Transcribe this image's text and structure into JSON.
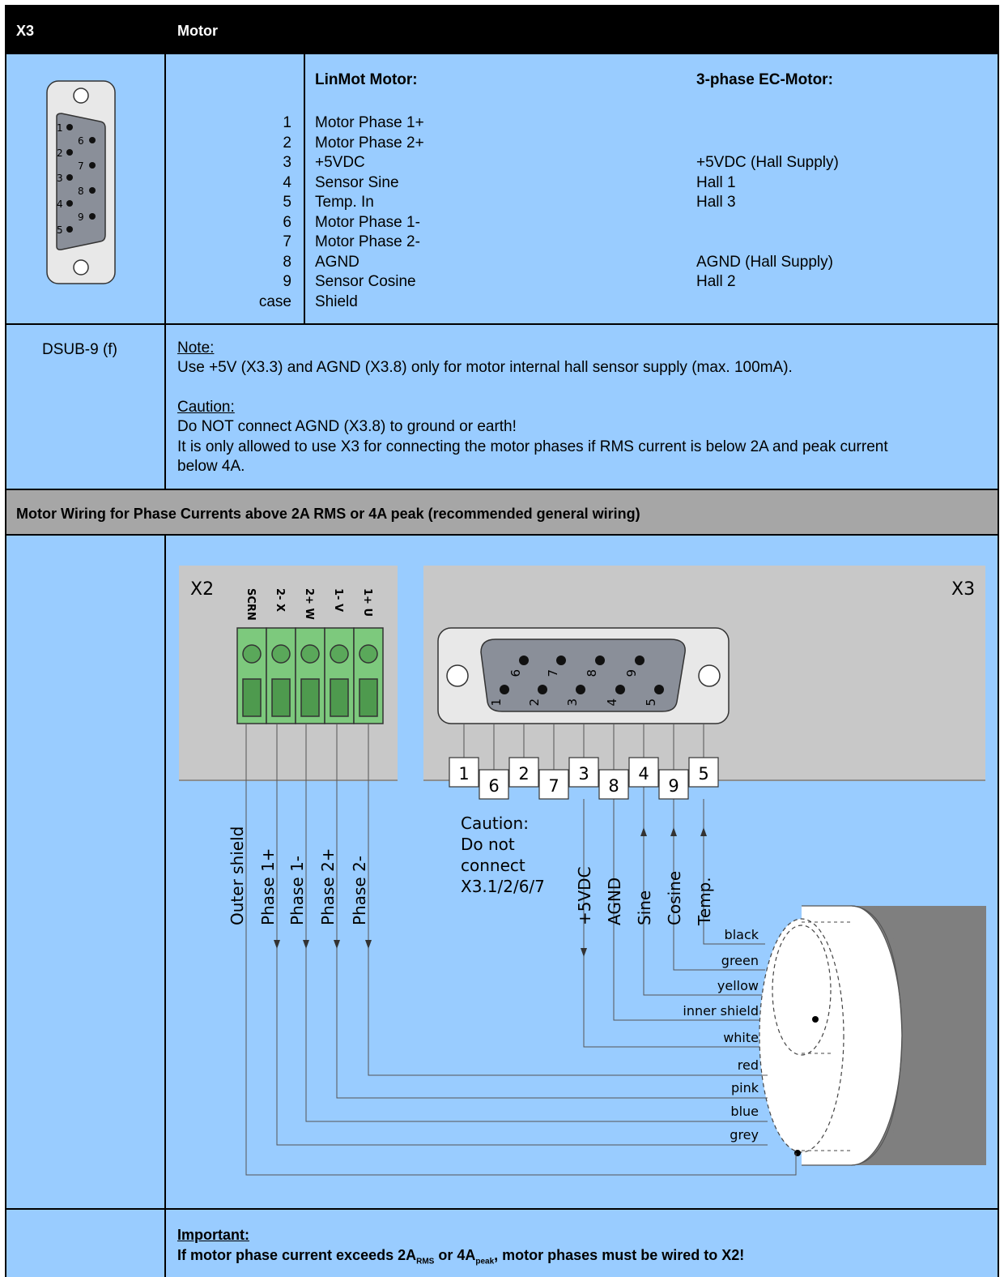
{
  "header": {
    "col1": "X3",
    "col2": "Motor"
  },
  "connector_row": {
    "small_dsub_pins": [
      "1",
      "2",
      "3",
      "4",
      "5",
      "6",
      "7",
      "8",
      "9"
    ],
    "linmot_title": "LinMot Motor:",
    "ec_title": "3-phase EC-Motor:",
    "pins": [
      {
        "pin": "1",
        "linmot": "Motor Phase 1+",
        "ec": ""
      },
      {
        "pin": "2",
        "linmot": "Motor Phase 2+",
        "ec": ""
      },
      {
        "pin": "3",
        "linmot": "+5VDC",
        "ec": "+5VDC (Hall Supply)"
      },
      {
        "pin": "4",
        "linmot": "Sensor Sine",
        "ec": "Hall 1"
      },
      {
        "pin": "5",
        "linmot": "Temp. In",
        "ec": "Hall 3"
      },
      {
        "pin": "6",
        "linmot": "Motor Phase 1-",
        "ec": ""
      },
      {
        "pin": "7",
        "linmot": "Motor Phase 2-",
        "ec": ""
      },
      {
        "pin": "8",
        "linmot": "AGND",
        "ec": "AGND (Hall Supply)"
      },
      {
        "pin": "9",
        "linmot": "Sensor Cosine",
        "ec": "Hall 2"
      },
      {
        "pin": "case",
        "linmot": "Shield",
        "ec": ""
      }
    ]
  },
  "note_row": {
    "label": "DSUB-9 (f)",
    "note_title": "Note:",
    "note_text": "Use +5V (X3.3) and AGND (X3.8) only for motor internal hall sensor supply (max. 100mA).",
    "caution_title": "Caution:",
    "caution_line1": "Do NOT connect AGND (X3.8) to ground or earth!",
    "caution_line2": "It is only allowed to use X3 for connecting the motor phases if RMS current is below 2A and peak current",
    "caution_line3": "below 4A."
  },
  "section_heading": "Motor Wiring for Phase Currents above 2A RMS or 4A peak (recommended general wiring)",
  "diagram": {
    "x2_label": "X2",
    "x3_label": "X3",
    "terminal_labels": [
      "SCRN",
      "2- X",
      "2+ W",
      "1- V",
      "1+ U"
    ],
    "dsub_top_pins": [
      "6",
      "7",
      "8",
      "9"
    ],
    "dsub_bottom_pins": [
      "1",
      "2",
      "3",
      "4",
      "5"
    ],
    "pin_boxes": [
      "1",
      "6",
      "2",
      "7",
      "3",
      "8",
      "4",
      "9",
      "5"
    ],
    "caution_lines": [
      "Caution:",
      "Do not",
      "connect",
      "X3.1/2/6/7"
    ],
    "x2_signals": [
      "Outer shield",
      "Phase 1+",
      "Phase 1-",
      "Phase 2+",
      "Phase 2-"
    ],
    "x3_signals": [
      "+5VDC",
      "AGND",
      "Sine",
      "Cosine",
      "Temp."
    ],
    "wire_colors": [
      "black",
      "green",
      "yellow",
      "inner shield",
      "white",
      "red",
      "pink",
      "blue",
      "grey"
    ]
  },
  "important": {
    "title": "Important:",
    "text_pre": "If motor phase current exceeds 2A",
    "sub_rms": "RMS",
    "text_mid": " or 4A",
    "sub_peak": "peak",
    "text_post": ", motor phases must be wired to X2!"
  },
  "colors": {
    "blue": "#99ccff",
    "grey_bar": "#a6a6a6",
    "terminal_green": "#7dc97d",
    "panel": "#c8c8c8"
  }
}
